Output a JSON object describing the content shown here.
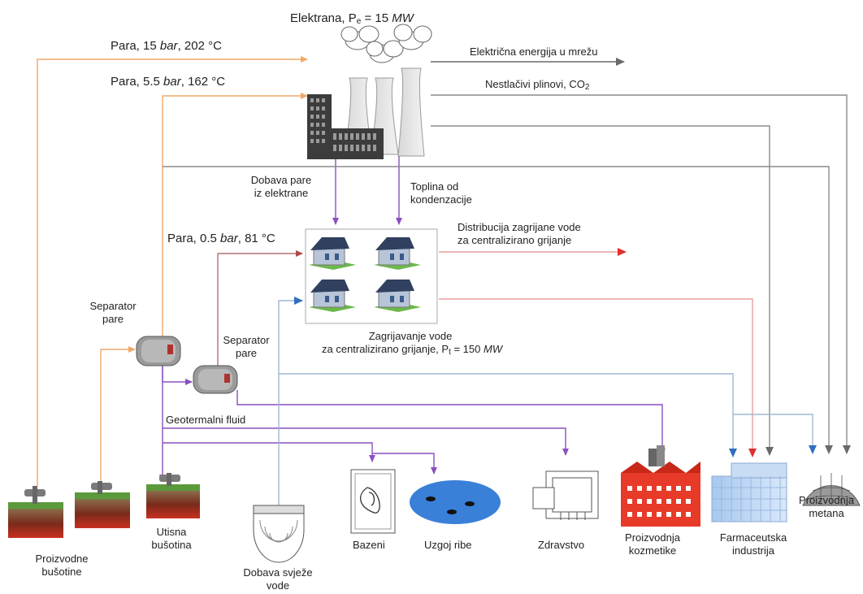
{
  "plant": {
    "title_prefix": "Elektrana, P",
    "title_sub": "e",
    "title_mid": " = 15 ",
    "title_unit": "MW"
  },
  "steam_lines": {
    "high": {
      "prefix": "Para, 15 ",
      "unit": "bar",
      "suffix": ", 202 °C"
    },
    "mid": {
      "prefix": "Para, 5.5 ",
      "unit": "bar",
      "suffix": ", 162 °C"
    },
    "low": {
      "prefix": "Para, 0.5 ",
      "unit": "bar",
      "suffix": ", 81 °C"
    }
  },
  "outputs": {
    "electricity": "Električna energija u mrežu",
    "gases_prefix": "Nestlačivi plinovi, CO",
    "gases_sub": "2"
  },
  "labels": {
    "steam_supply": [
      "Dobava pare",
      "iz elektrane"
    ],
    "condensation_heat": [
      "Toplina od",
      "kondenzacije"
    ],
    "distribution": [
      "Distribucija zagrijane vode",
      "za centralizirano grijanje"
    ],
    "heating_line1": "Zagrijavanje vode",
    "heating_line2_prefix": "za centralizirano grijanje, P",
    "heating_line2_sub": "t",
    "heating_line2_mid": " = 150 ",
    "heating_line2_unit": "MW",
    "separator_1": [
      "Separator",
      "pare"
    ],
    "separator_2": [
      "Separator",
      "pare"
    ],
    "geothermal_fluid": "Geotermalni fluid"
  },
  "consumers": {
    "production_wells": [
      "Proizvodne",
      "bušotine"
    ],
    "injection_well": [
      "Utisna",
      "bušotina"
    ],
    "fresh_water": [
      "Dobava svježe",
      "vode"
    ],
    "pools": "Bazeni",
    "fish_farming": "Uzgoj ribe",
    "healthcare": "Zdravstvo",
    "cosmetics": [
      "Proizvodnja",
      "kozmetike"
    ],
    "pharma": [
      "Farmaceutska",
      "industrija"
    ],
    "methane": [
      "Proizvodnja",
      "metana"
    ]
  },
  "colors": {
    "orange": "#f0a868",
    "purple": "#8a4fc0",
    "grey": "#8c8c8c",
    "red": "#e03030",
    "blue": "#3a78c8",
    "brown": "#b07070",
    "light_blue": "#8fb4dc"
  }
}
